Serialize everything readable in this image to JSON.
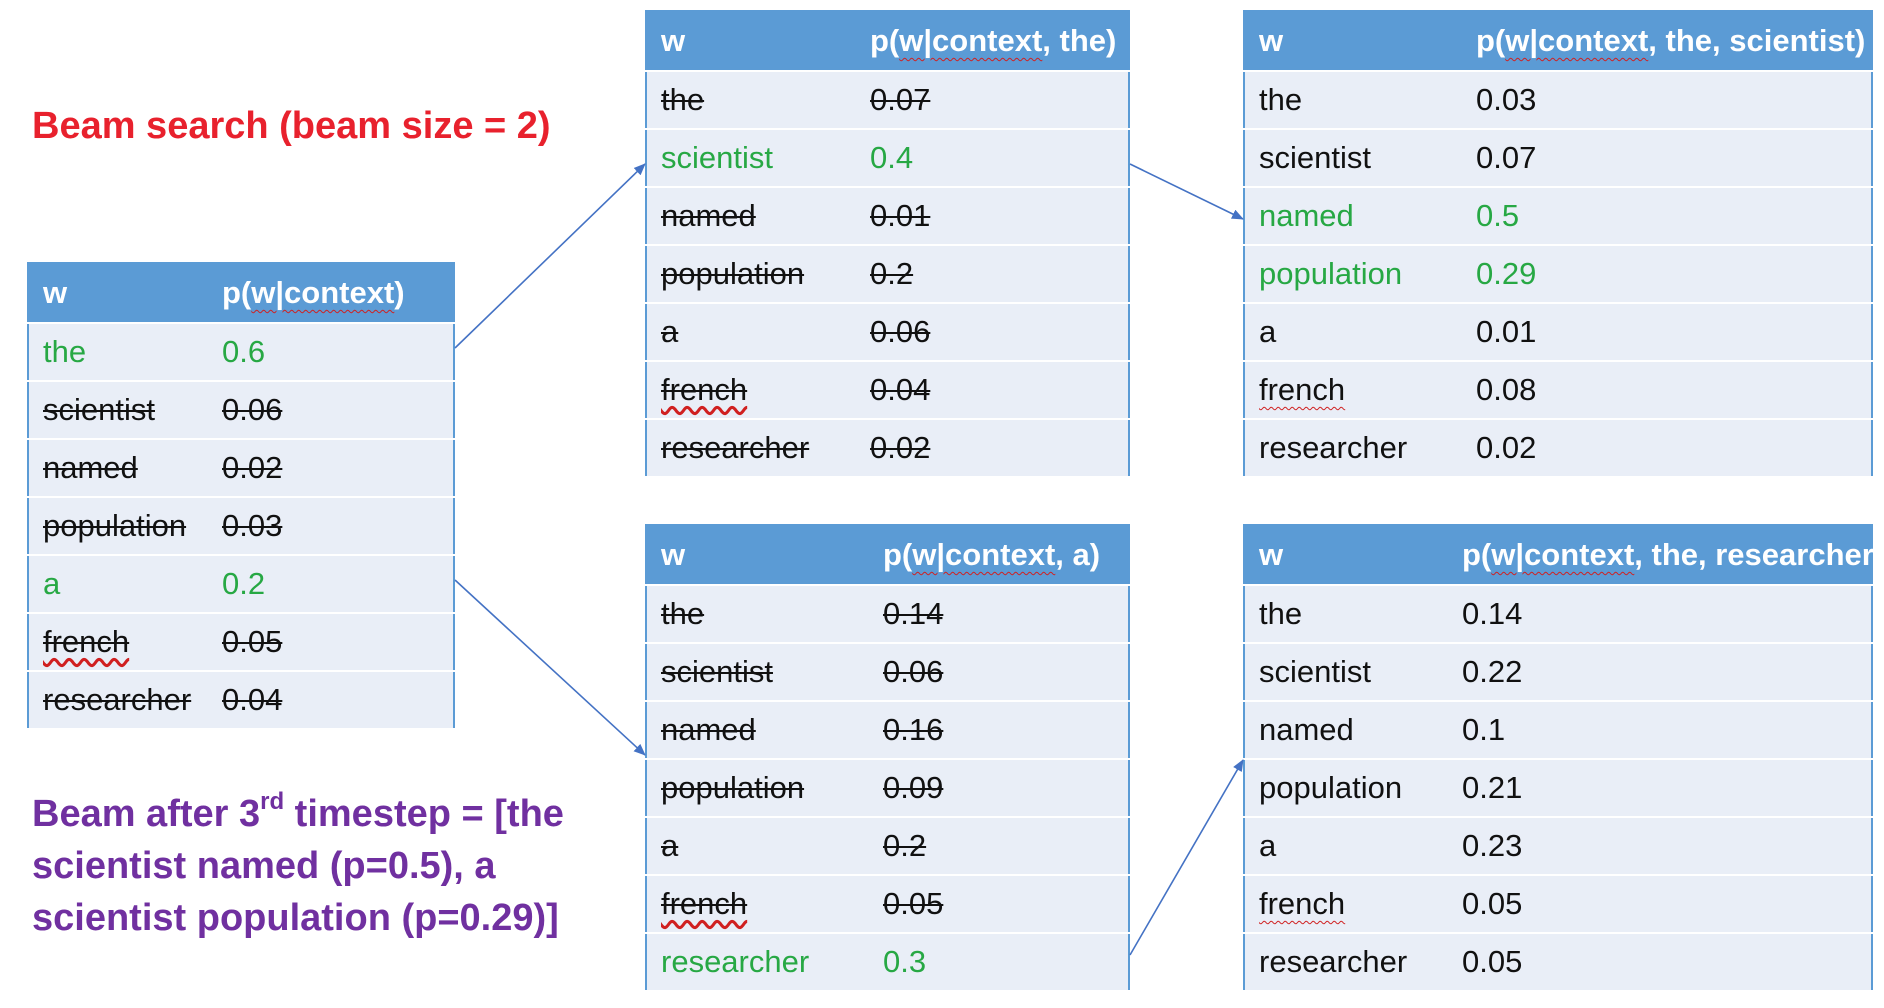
{
  "title": "Beam search (beam size = 2)",
  "summary": {
    "prefix": "Beam after 3",
    "sup": "rd",
    "suffix": " timestep = [the scientist named (p=0.5), a scientist population (p=0.29)]"
  },
  "tables": {
    "t0": {
      "header_w": "w",
      "header_p_pre": "p(",
      "header_p_wavy": "w|context",
      "header_p_post": ")",
      "rows": [
        {
          "w": "the",
          "p": "0.6",
          "state": "sel"
        },
        {
          "w": "scientist",
          "p": "0.06",
          "state": "cut"
        },
        {
          "w": "named",
          "p": "0.02",
          "state": "cut"
        },
        {
          "w": "population",
          "p": "0.03",
          "state": "cut"
        },
        {
          "w": "a",
          "p": "0.2",
          "state": "sel"
        },
        {
          "w": "french",
          "p": "0.05",
          "state": "cut"
        },
        {
          "w": "researcher",
          "p": "0.04",
          "state": "cut"
        }
      ]
    },
    "t1": {
      "header_w": "w",
      "header_p_pre": "p(",
      "header_p_wavy": "w|context",
      "header_p_post": ", the)",
      "rows": [
        {
          "w": "the",
          "p": "0.07",
          "state": "cut"
        },
        {
          "w": "scientist",
          "p": "0.4",
          "state": "sel"
        },
        {
          "w": "named",
          "p": "0.01",
          "state": "cut"
        },
        {
          "w": "population",
          "p": "0.2",
          "state": "cut"
        },
        {
          "w": "a",
          "p": "0.06",
          "state": "cut"
        },
        {
          "w": "french",
          "p": "0.04",
          "state": "cut"
        },
        {
          "w": "researcher",
          "p": "0.02",
          "state": "cut"
        }
      ]
    },
    "t2": {
      "header_w": "w",
      "header_p_pre": "p(",
      "header_p_wavy": "w|context",
      "header_p_post": ", a)",
      "rows": [
        {
          "w": "the",
          "p": "0.14",
          "state": "cut"
        },
        {
          "w": "scientist",
          "p": "0.06",
          "state": "cut"
        },
        {
          "w": "named",
          "p": "0.16",
          "state": "cut"
        },
        {
          "w": "population",
          "p": "0.09",
          "state": "cut"
        },
        {
          "w": "a",
          "p": "0.2",
          "state": "cut"
        },
        {
          "w": "french",
          "p": "0.05",
          "state": "cut"
        },
        {
          "w": "researcher",
          "p": "0.3",
          "state": "sel"
        }
      ]
    },
    "t3": {
      "header_w": "w",
      "header_p_pre": "p(",
      "header_p_wavy": "w|context",
      "header_p_post": ", the, scientist)",
      "rows": [
        {
          "w": "the",
          "p": "0.03",
          "state": "norm"
        },
        {
          "w": "scientist",
          "p": "0.07",
          "state": "norm"
        },
        {
          "w": "named",
          "p": "0.5",
          "state": "sel"
        },
        {
          "w": "population",
          "p": "0.29",
          "state": "sel"
        },
        {
          "w": "a",
          "p": "0.01",
          "state": "norm"
        },
        {
          "w": "french",
          "p": "0.08",
          "state": "norm"
        },
        {
          "w": "researcher",
          "p": "0.02",
          "state": "norm"
        }
      ]
    },
    "t4": {
      "header_w": "w",
      "header_p_pre": "p(",
      "header_p_wavy": "w|context",
      "header_p_post": ", the, researcher)",
      "rows": [
        {
          "w": "the",
          "p": "0.14",
          "state": "norm"
        },
        {
          "w": "scientist",
          "p": "0.22",
          "state": "norm"
        },
        {
          "w": "named",
          "p": "0.1",
          "state": "norm"
        },
        {
          "w": "population",
          "p": "0.21",
          "state": "norm"
        },
        {
          "w": "a",
          "p": "0.23",
          "state": "norm"
        },
        {
          "w": "french",
          "p": "0.05",
          "state": "norm"
        },
        {
          "w": "researcher",
          "p": "0.05",
          "state": "norm"
        }
      ]
    }
  },
  "colors": {
    "header": "#5b9bd5",
    "row": "#e9eef7",
    "selected": "#27a844",
    "title": "#e8212d",
    "summary": "#7030a0",
    "arrow": "#4472c4"
  }
}
